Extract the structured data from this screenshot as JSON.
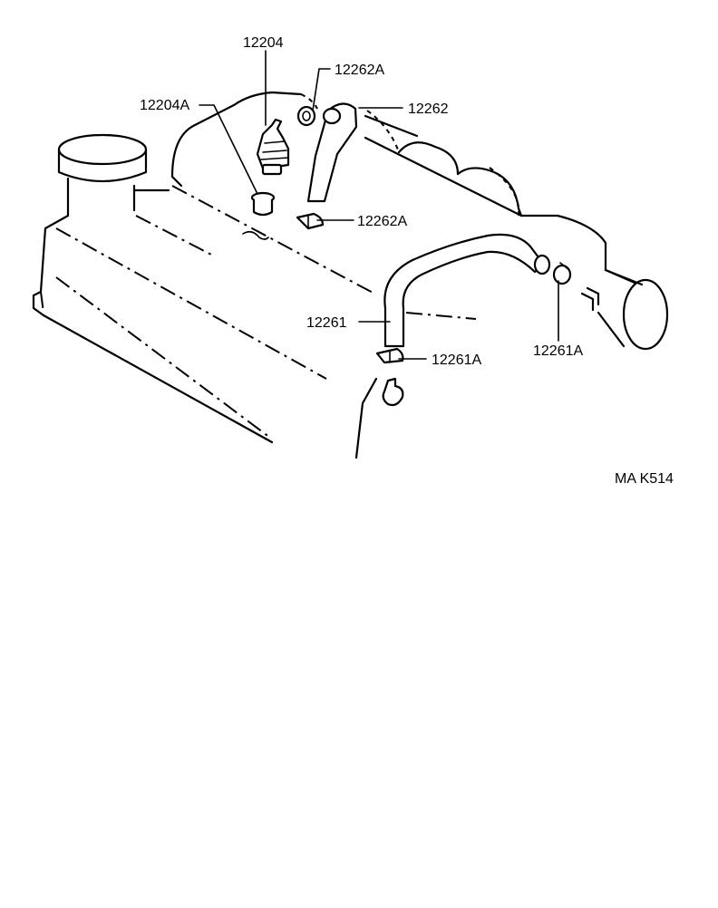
{
  "diagram": {
    "labels": {
      "p12204": "12204",
      "p12204a": "12204A",
      "p12262a_top": "12262A",
      "p12262": "12262",
      "p12262a_mid": "12262A",
      "p12261": "12261",
      "p12261a_right": "12261A",
      "p12261a_bottom": "12261A"
    },
    "code": "MA K514"
  }
}
